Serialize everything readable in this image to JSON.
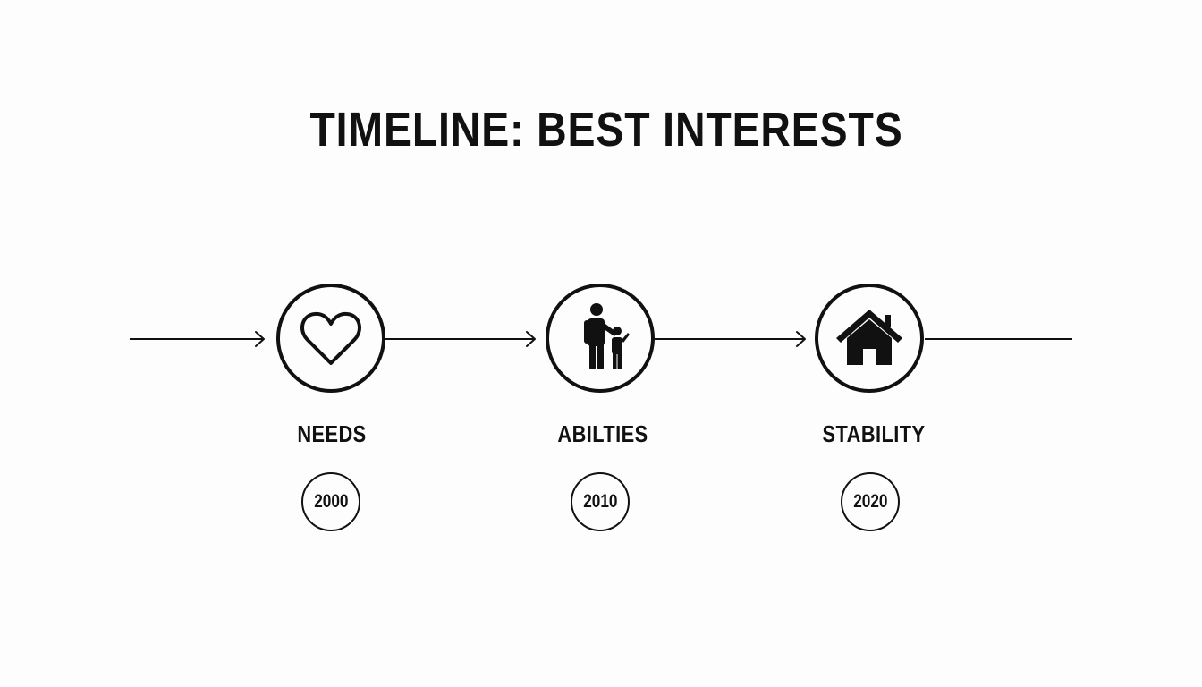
{
  "title": "TIMELINE: BEST INTERESTS",
  "stages": [
    {
      "label": "NEEDS",
      "year": "2000",
      "icon": "heart-icon"
    },
    {
      "label": "ABILTIES",
      "year": "2010",
      "icon": "parent-child-icon"
    },
    {
      "label": "STABILITY",
      "year": "2020",
      "icon": "house-icon"
    }
  ],
  "colors": {
    "line": "#111111",
    "background": "#fdfdfd"
  }
}
